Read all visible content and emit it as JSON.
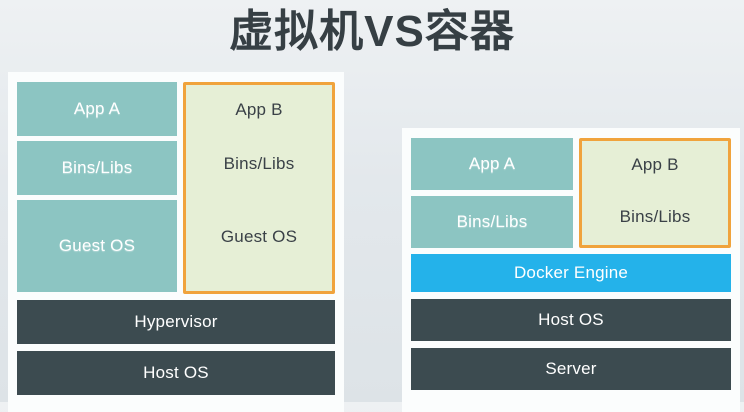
{
  "title": "虚拟机VS容器",
  "colors": {
    "background": "#e3e8ec",
    "panel": "#fbfdfd",
    "teal": "#8cc5c2",
    "green": "#e6efd6",
    "orange_border": "#f0a33c",
    "dark_slate": "#3c4b50",
    "docker_blue": "#24b2ea",
    "title_text": "#363f44"
  },
  "vm": {
    "app_a": "App A",
    "bins_libs_a": "Bins/Libs",
    "guest_os_a": "Guest OS",
    "app_b": "App B",
    "bins_libs_b": "Bins/Libs",
    "guest_os_b": "Guest OS",
    "hypervisor": "Hypervisor",
    "host_os": "Host OS"
  },
  "container": {
    "app_a": "App A",
    "bins_libs_a": "Bins/Libs",
    "app_b": "App B",
    "bins_libs_b": "Bins/Libs",
    "docker_engine": "Docker Engine",
    "host_os": "Host OS",
    "server": "Server"
  }
}
